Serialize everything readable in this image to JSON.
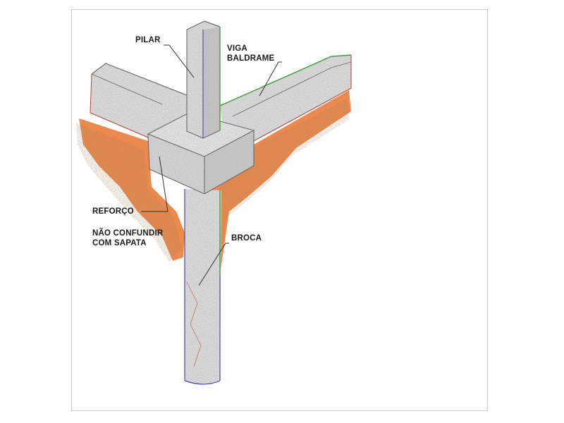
{
  "labels": {
    "pilar": "PILAR",
    "viga_line1": "VIGA",
    "viga_line2": "BALDRAME",
    "reforco": "REFORÇO",
    "nao_line1": "NÃO CONFUNDIR",
    "nao_line2": "COM SAPATA",
    "broca": "BROCA"
  },
  "colors": {
    "concrete": "#dcdcdc",
    "concrete_dark": "#b9b9b9",
    "outline": "#6b6b6b",
    "soil_orange": "#e8742f",
    "soil_brown": "#8a5a2b",
    "edge_green": "#3ea03e",
    "edge_blue": "#4a4aa8",
    "edge_red": "#b04a3a",
    "leader": "#333333"
  }
}
